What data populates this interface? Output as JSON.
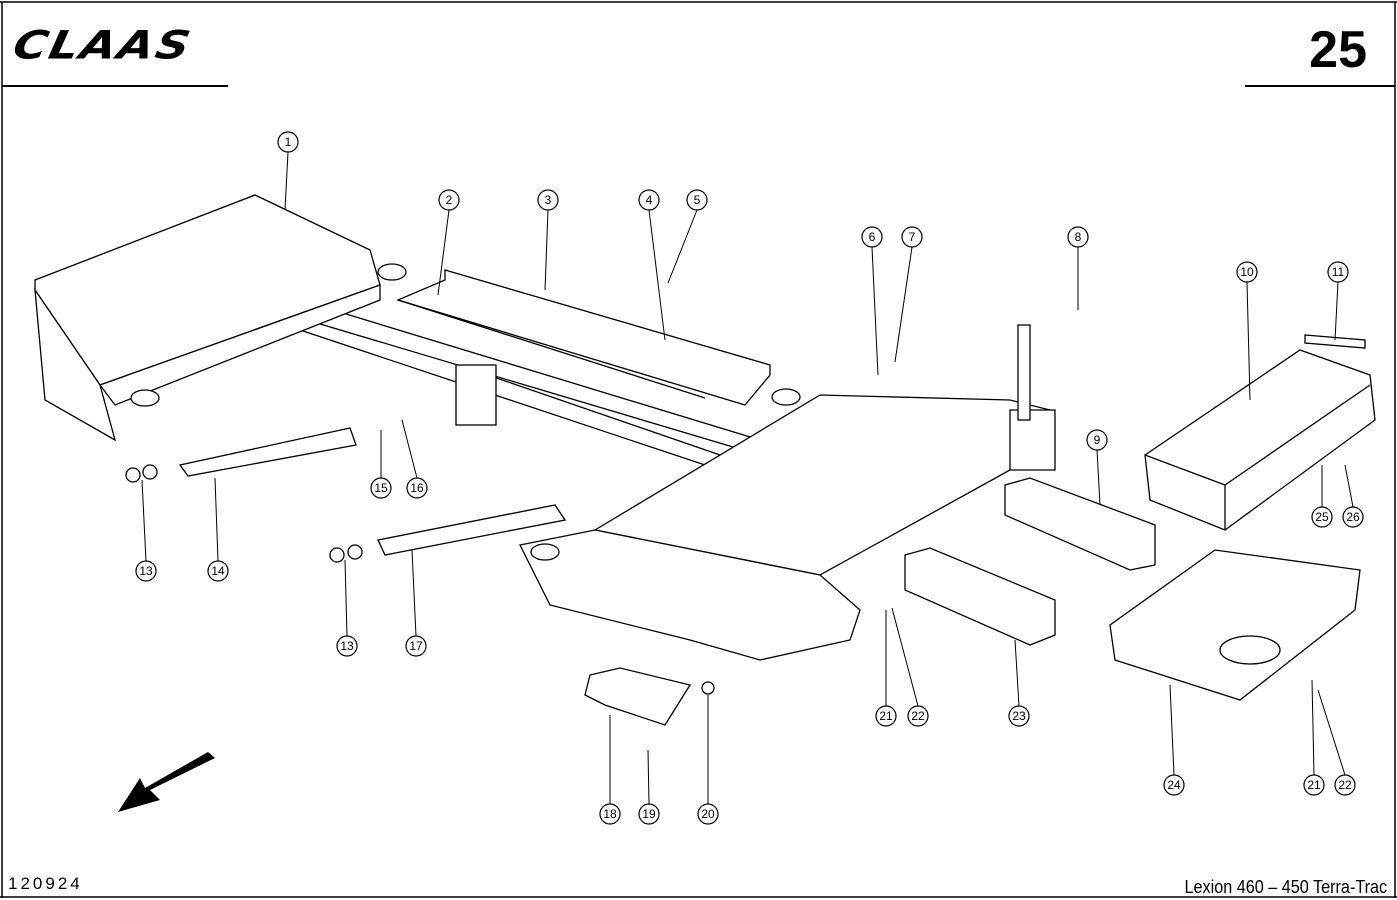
{
  "header": {
    "brand_logo": "CLAAS",
    "page_number": "25"
  },
  "footer": {
    "drawing_number": "120924",
    "model": "Lexion 460 – 450 Terra-Trac"
  },
  "diagram": {
    "callouts": [
      "1",
      "2",
      "3",
      "4",
      "5",
      "6",
      "7",
      "8",
      "10",
      "11",
      "9",
      "15",
      "16",
      "13",
      "14",
      "25",
      "26",
      "13",
      "17",
      "21",
      "22",
      "23",
      "18",
      "19",
      "20",
      "24",
      "21",
      "22"
    ],
    "direction_arrow": "arrow-down-left-icon"
  }
}
